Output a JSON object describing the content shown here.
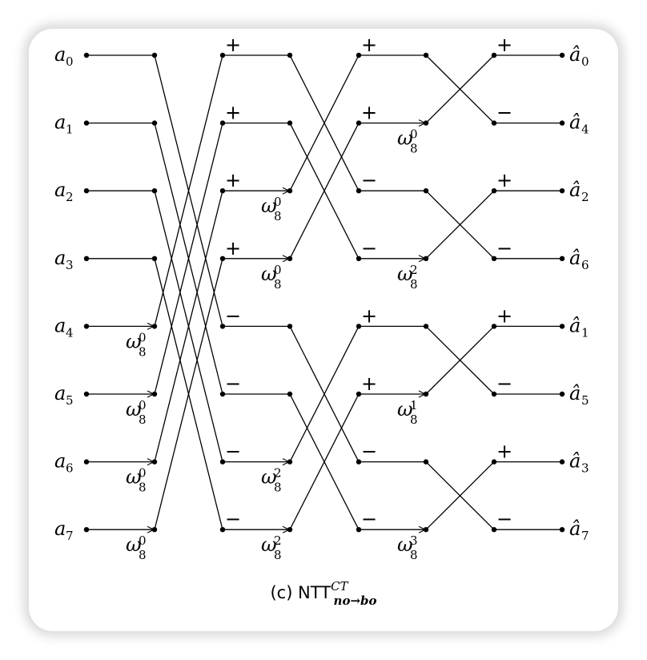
{
  "inputs": [
    {
      "base": "a",
      "idx": "0"
    },
    {
      "base": "a",
      "idx": "1"
    },
    {
      "base": "a",
      "idx": "2"
    },
    {
      "base": "a",
      "idx": "3"
    },
    {
      "base": "a",
      "idx": "4"
    },
    {
      "base": "a",
      "idx": "5"
    },
    {
      "base": "a",
      "idx": "6"
    },
    {
      "base": "a",
      "idx": "7"
    }
  ],
  "outputs": [
    {
      "base": "â",
      "idx": "0"
    },
    {
      "base": "â",
      "idx": "4"
    },
    {
      "base": "â",
      "idx": "2"
    },
    {
      "base": "â",
      "idx": "6"
    },
    {
      "base": "â",
      "idx": "1"
    },
    {
      "base": "â",
      "idx": "5"
    },
    {
      "base": "â",
      "idx": "3"
    },
    {
      "base": "â",
      "idx": "7"
    }
  ],
  "symbols": {
    "plus": "+",
    "minus": "−",
    "omega": "ω",
    "omega_base": "8"
  },
  "stages": [
    {
      "pairs": [
        [
          0,
          4
        ],
        [
          1,
          5
        ],
        [
          2,
          6
        ],
        [
          3,
          7
        ]
      ],
      "twiddles": [
        {
          "row": 4,
          "exp": "0"
        },
        {
          "row": 5,
          "exp": "0"
        },
        {
          "row": 6,
          "exp": "0"
        },
        {
          "row": 7,
          "exp": "0"
        }
      ],
      "signs": [
        "+",
        "+",
        "+",
        "+",
        "−",
        "−",
        "−",
        "−"
      ]
    },
    {
      "pairs": [
        [
          0,
          2
        ],
        [
          1,
          3
        ],
        [
          4,
          6
        ],
        [
          5,
          7
        ]
      ],
      "twiddles": [
        {
          "row": 2,
          "exp": "0"
        },
        {
          "row": 3,
          "exp": "0"
        },
        {
          "row": 6,
          "exp": "2"
        },
        {
          "row": 7,
          "exp": "2"
        }
      ],
      "signs": [
        "+",
        "+",
        "−",
        "−",
        "+",
        "+",
        "−",
        "−"
      ]
    },
    {
      "pairs": [
        [
          0,
          1
        ],
        [
          2,
          3
        ],
        [
          4,
          5
        ],
        [
          6,
          7
        ]
      ],
      "twiddles": [
        {
          "row": 1,
          "exp": "0"
        },
        {
          "row": 3,
          "exp": "2"
        },
        {
          "row": 5,
          "exp": "1"
        },
        {
          "row": 7,
          "exp": "3"
        }
      ],
      "signs": [
        "+",
        "−",
        "+",
        "−",
        "+",
        "−",
        "+",
        "−"
      ]
    }
  ],
  "caption": {
    "prefix": "(c) NTT",
    "sup": "CT",
    "sub": "no→bo"
  }
}
